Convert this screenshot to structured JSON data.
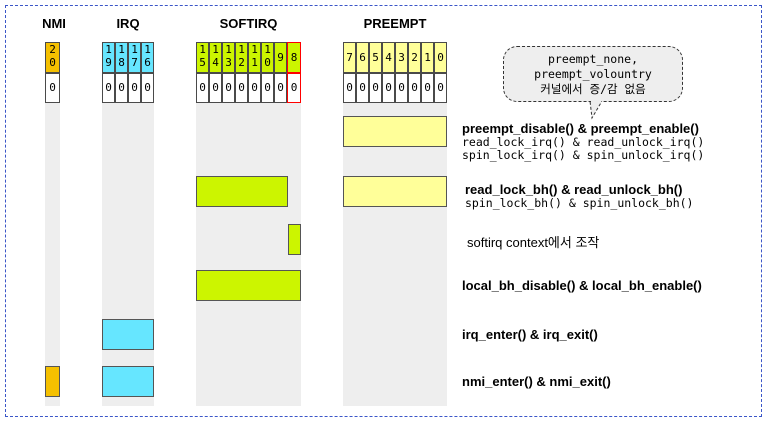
{
  "columns": {
    "nmi": "NMI",
    "irq": "IRQ",
    "softirq": "SOFTIRQ",
    "preempt": "PREEMPT"
  },
  "bits": {
    "nmi": [
      {
        "top": "2",
        "bottom": "0"
      }
    ],
    "irq": [
      {
        "top": "1",
        "bottom": "9"
      },
      {
        "top": "1",
        "bottom": "8"
      },
      {
        "top": "1",
        "bottom": "7"
      },
      {
        "top": "1",
        "bottom": "6"
      }
    ],
    "softirq": [
      {
        "top": "1",
        "bottom": "5"
      },
      {
        "top": "1",
        "bottom": "4"
      },
      {
        "top": "1",
        "bottom": "3"
      },
      {
        "top": "1",
        "bottom": "2"
      },
      {
        "top": "1",
        "bottom": "1"
      },
      {
        "top": "1",
        "bottom": "0"
      },
      {
        "top": "9",
        "bottom": ""
      },
      {
        "top": "8",
        "bottom": ""
      }
    ],
    "preempt": [
      "7",
      "6",
      "5",
      "4",
      "3",
      "2",
      "1",
      "0"
    ]
  },
  "zero": "0",
  "colors": {
    "nmi": "#f5c000",
    "irq": "#66e6ff",
    "softirq": "#ccf500",
    "preempt": "#ffff99",
    "highlight": "#ff0000"
  },
  "note": {
    "line1": "preempt_none,",
    "line2": "preempt_volountry",
    "line3": "커널에서 증/감 없음"
  },
  "labels": {
    "preempt_disable": {
      "main": "preempt_disable() & preempt_enable()",
      "sub1": "read_lock_irq() & read_unlock_irq()",
      "sub2": "spin_lock_irq() & spin_unlock_irq()"
    },
    "read_lock_bh": {
      "main": "read_lock_bh() & read_unlock_bh()",
      "sub1": "spin_lock_bh() & spin_unlock_bh()"
    },
    "softirq_context": "softirq context에서 조작",
    "local_bh": "local_bh_disable() & local_bh_enable()",
    "irq_enter": "irq_enter() & irq_exit()",
    "nmi_enter": "nmi_enter() & nmi_exit()"
  }
}
